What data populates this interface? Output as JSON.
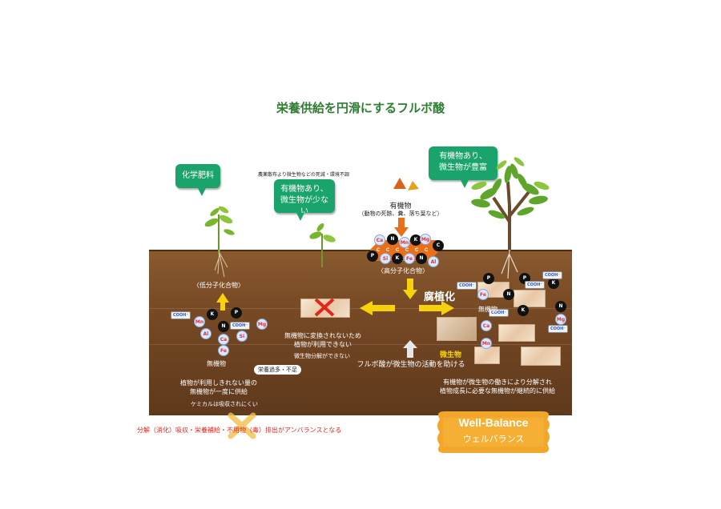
{
  "title": "栄養供給を円滑にするフルボ酸",
  "bubbles": {
    "chemical": "化学肥料",
    "few_organic": "有機物あり、\n微生物が少ない",
    "rich_organic": "有機物あり、\n微生物が豊富"
  },
  "pesticide_note": "農薬散布より微生物などの死滅・環境不調",
  "organic_matter": {
    "label": "有機物",
    "sub": "（動物の死骸、糞、落ち葉など）"
  },
  "polymer_label": "〈高分子化合物〉",
  "low_molecular_label": "〈低分子化合物〉",
  "humification": "腐植化",
  "left_column": {
    "inorganic": "無機物",
    "unusable": "植物が利用しきれない量の\n無機物が一度に供給",
    "nutrient_excess": "栄養過多・不足",
    "chemical_hard": "ケミカルは吸収されにくい"
  },
  "middle_column": {
    "not_converted": "無機物に変換されないため\n植物が利用できない",
    "no_decompose": "微生物分解ができない",
    "fulvic_help": "フルボ酸が微生物の活動を助ける"
  },
  "right_column": {
    "inorganic": "無機物",
    "microbes": "微生物",
    "decomposed": "有機物が微生物の働きにより分解され\n植物成長に必要な無機物が継続的に供給"
  },
  "imbalance_note": "分解（消化）吸収・栄養補給・不用物（毒）排出がアンバランスとなる",
  "badge": {
    "title": "Well-Balance",
    "subtitle": "ウェルバランス"
  },
  "ions": {
    "left": [
      "K",
      "P",
      "N",
      "Mn",
      "Mg",
      "Al",
      "Si",
      "Ca",
      "Fe"
    ],
    "top_cluster": [
      "Ca",
      "N",
      "Mn",
      "K",
      "Mg",
      "P",
      "Si",
      "K",
      "Fe",
      "N",
      "Al",
      "C"
    ],
    "right": [
      "P",
      "P",
      "N",
      "K",
      "K",
      "Fe",
      "Ca",
      "N",
      "Mg",
      "Mn"
    ]
  },
  "cooh_label": "COOH⁻",
  "colors": {
    "title": "#2e7d32",
    "bubble": "#1aa36b",
    "arrow": "#f5d20b",
    "organic_arrow": "#e8701a",
    "imbalance": "#e0261d"
  }
}
